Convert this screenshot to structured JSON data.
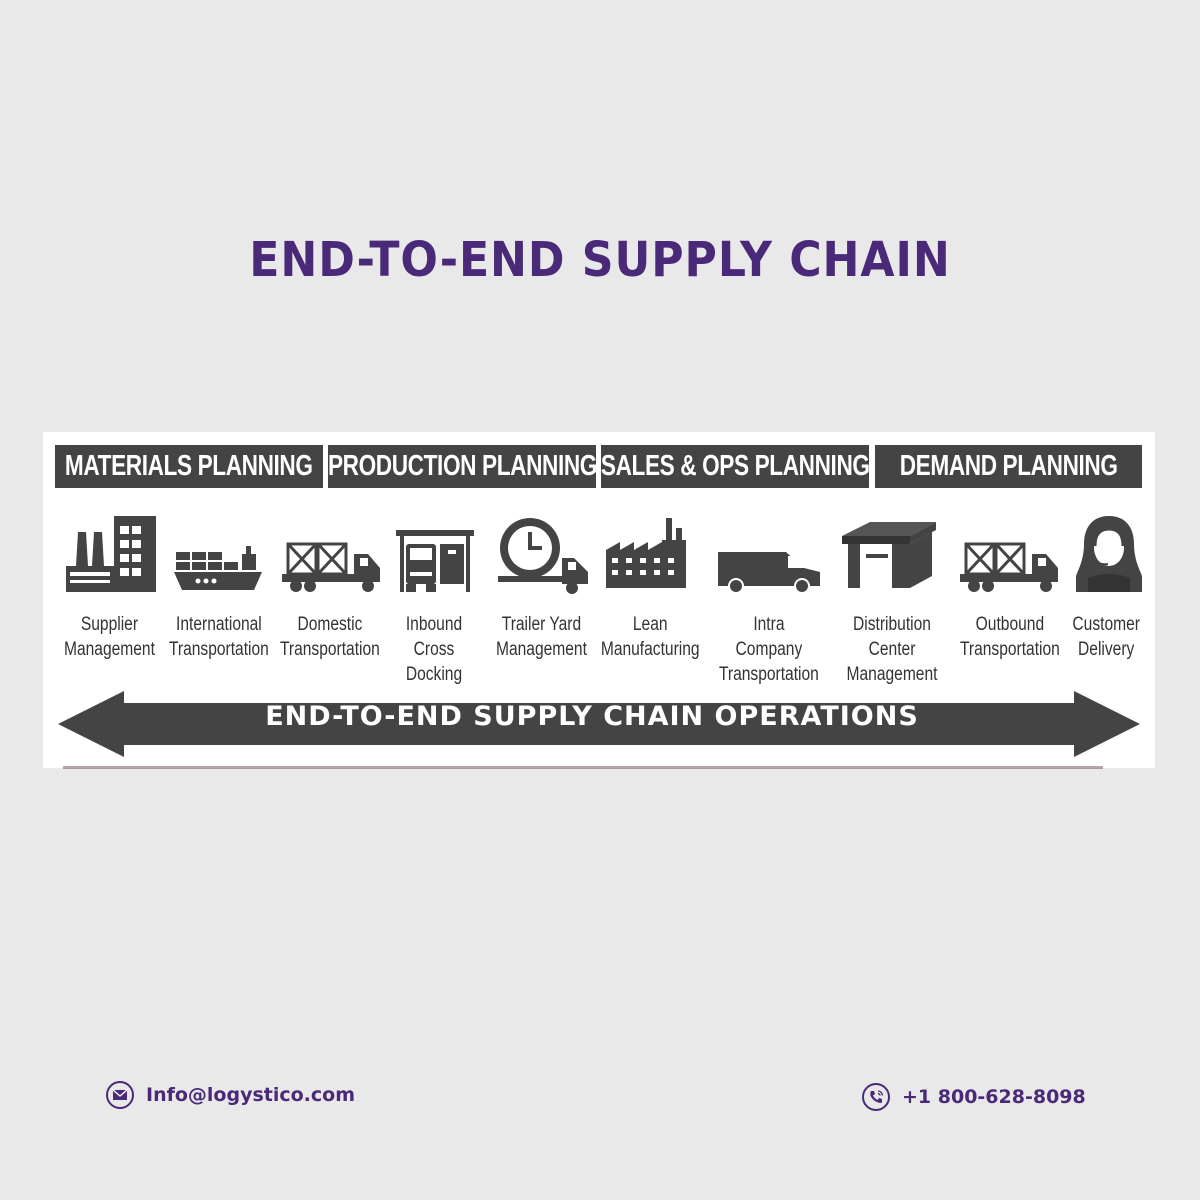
{
  "title": "END-TO-END SUPPLY CHAIN",
  "phases": [
    "MATERIALS PLANNING",
    "PRODUCTION PLANNING",
    "SALES & OPS PLANNING",
    "DEMAND PLANNING"
  ],
  "steps": [
    {
      "icon": "factory-icon",
      "label": "Supplier\nManagement"
    },
    {
      "icon": "cargo-ship-icon",
      "label": "International\nTransportation"
    },
    {
      "icon": "flatbed-truck-icon",
      "label": "Domestic\nTransportation"
    },
    {
      "icon": "loading-dock-icon",
      "label": "Inbound\nCross Docking"
    },
    {
      "icon": "clock-trailer-icon",
      "label": "Trailer Yard\nManagement"
    },
    {
      "icon": "manufacturing-plant-icon",
      "label": "Lean\nManufacturing"
    },
    {
      "icon": "van-icon",
      "label": "Intra Company\nTransportation"
    },
    {
      "icon": "warehouse-icon",
      "label": "Distribution Center\nManagement"
    },
    {
      "icon": "flatbed-truck-icon",
      "label": "Outbound\nTransportation"
    },
    {
      "icon": "customer-headset-icon",
      "label": "Customer\nDelivery"
    }
  ],
  "operations_label": "END-TO-END SUPPLY CHAIN OPERATIONS",
  "contact": {
    "email": "Info@logystico.com",
    "phone": "+1 800-628-8098",
    "email_icon": "mail-icon",
    "phone_icon": "phone-icon"
  },
  "colors": {
    "accent": "#4a2a78",
    "bar": "#444444",
    "background": "#e9e9e9"
  }
}
